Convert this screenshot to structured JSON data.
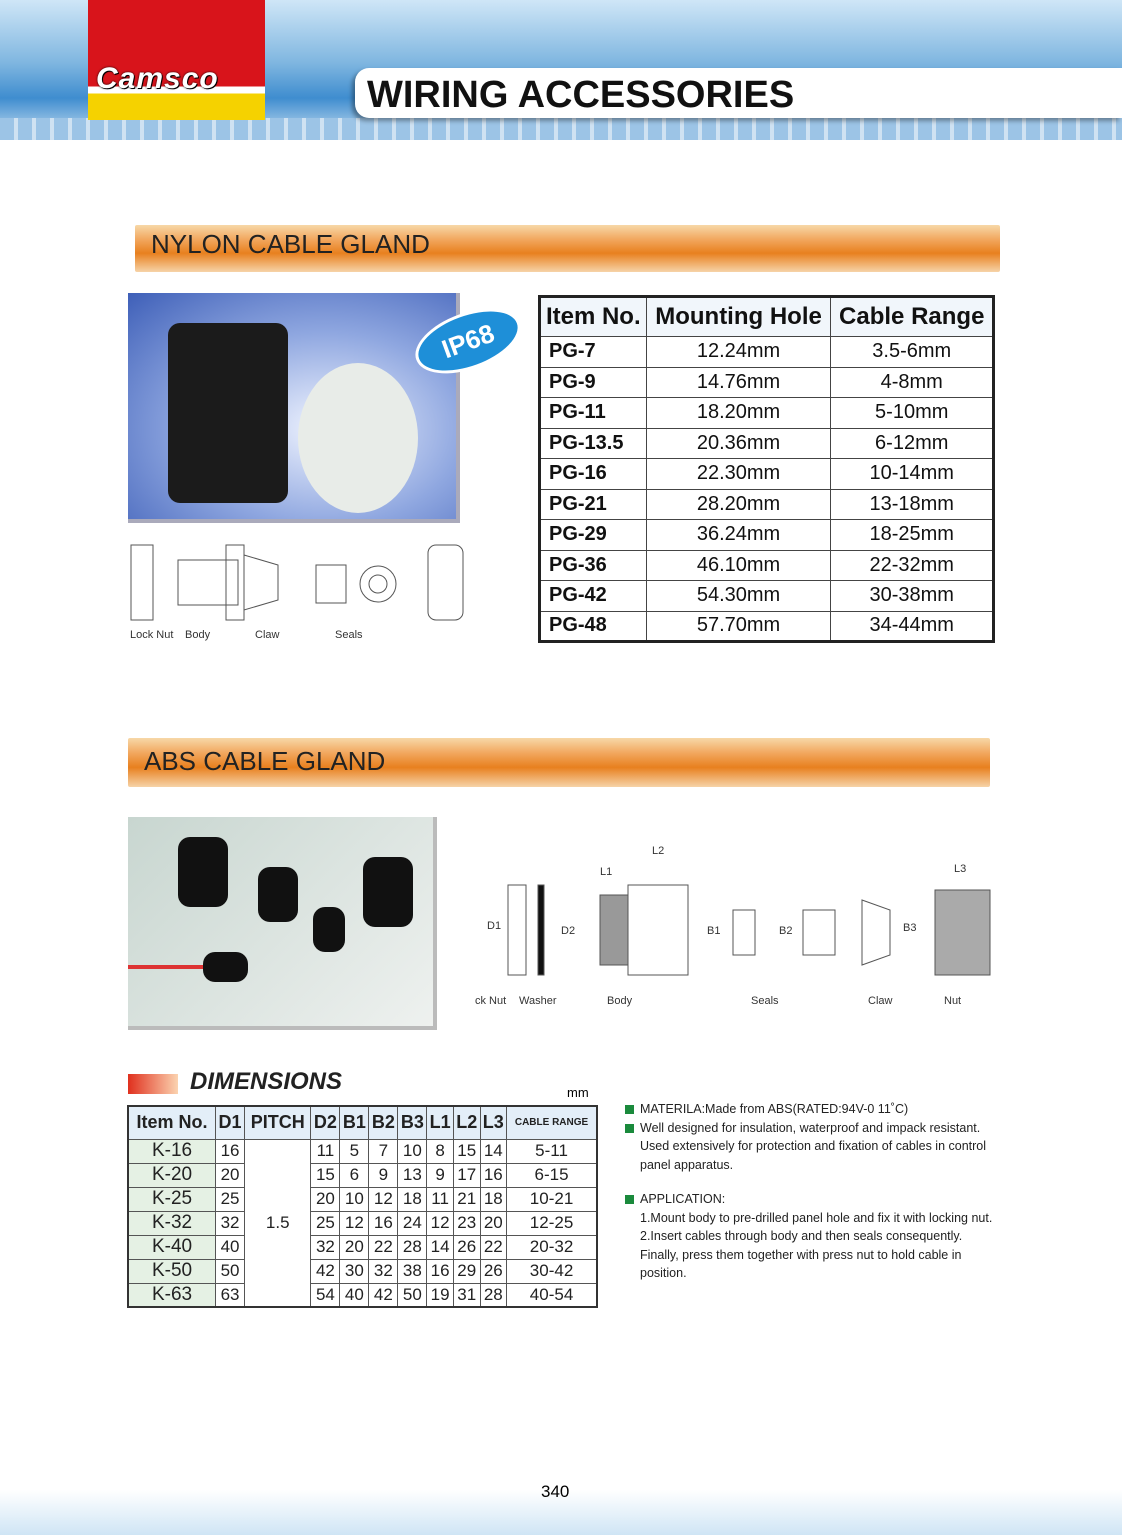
{
  "header": {
    "logo": "Camsco",
    "title": "WIRING ACCESSORIES"
  },
  "nylon": {
    "title": "NYLON CABLE GLAND",
    "badge": "IP68",
    "parts": [
      "Lock Nut",
      "Body",
      "Claw",
      "Seals"
    ],
    "table": {
      "headers": [
        "Item No.",
        "Mounting Hole",
        "Cable Range"
      ],
      "rows": [
        [
          "PG-7",
          "12.24mm",
          "3.5-6mm"
        ],
        [
          "PG-9",
          "14.76mm",
          "4-8mm"
        ],
        [
          "PG-11",
          "18.20mm",
          "5-10mm"
        ],
        [
          "PG-13.5",
          "20.36mm",
          "6-12mm"
        ],
        [
          "PG-16",
          "22.30mm",
          "10-14mm"
        ],
        [
          "PG-21",
          "28.20mm",
          "13-18mm"
        ],
        [
          "PG-29",
          "36.24mm",
          "18-25mm"
        ],
        [
          "PG-36",
          "46.10mm",
          "22-32mm"
        ],
        [
          "PG-42",
          "54.30mm",
          "30-38mm"
        ],
        [
          "PG-48",
          "57.70mm",
          "34-44mm"
        ]
      ]
    }
  },
  "abs": {
    "title": "ABS CABLE GLAND",
    "diagram_labels": {
      "d1": "D1",
      "d2": "D2",
      "l1": "L1",
      "l2": "L2",
      "l3": "L3",
      "b1": "B1",
      "b2": "B2",
      "b3": "B3"
    },
    "parts": [
      "ck Nut",
      "Washer",
      "Body",
      "Seals",
      "Claw",
      "Nut"
    ],
    "dimensions_title": "DIMENSIONS",
    "unit": "mm",
    "table": {
      "headers": [
        "Item No.",
        "D1",
        "PITCH",
        "D2",
        "B1",
        "B2",
        "B3",
        "L1",
        "L2",
        "L3",
        "CABLE RANGE"
      ],
      "pitch": "1.5",
      "rows": [
        [
          "K-16",
          "16",
          "11",
          "5",
          "7",
          "10",
          "8",
          "15",
          "14",
          "5-11"
        ],
        [
          "K-20",
          "20",
          "15",
          "6",
          "9",
          "13",
          "9",
          "17",
          "16",
          "6-15"
        ],
        [
          "K-25",
          "25",
          "20",
          "10",
          "12",
          "18",
          "11",
          "21",
          "18",
          "10-21"
        ],
        [
          "K-32",
          "32",
          "25",
          "12",
          "16",
          "24",
          "12",
          "23",
          "20",
          "12-25"
        ],
        [
          "K-40",
          "40",
          "32",
          "20",
          "22",
          "28",
          "14",
          "26",
          "22",
          "20-32"
        ],
        [
          "K-50",
          "50",
          "42",
          "30",
          "32",
          "38",
          "16",
          "29",
          "26",
          "30-42"
        ],
        [
          "K-63",
          "63",
          "54",
          "40",
          "42",
          "50",
          "19",
          "31",
          "28",
          "40-54"
        ]
      ]
    },
    "notes": {
      "material": "MATERILA:Made from ABS(RATED:94V-0 11˚C)",
      "design": "Well designed for insulation, waterproof and impack resistant. Used extensively for protection and fixation  of cables in control panel apparatus.",
      "application_title": "APPLICATION:",
      "steps": [
        "1.Mount body to pre-drilled panel hole and fix it with locking nut.",
        "2.Insert cables through body and then seals consequently. Finally, press them together with  press nut to hold cable  in position."
      ]
    }
  },
  "page_number": "340"
}
